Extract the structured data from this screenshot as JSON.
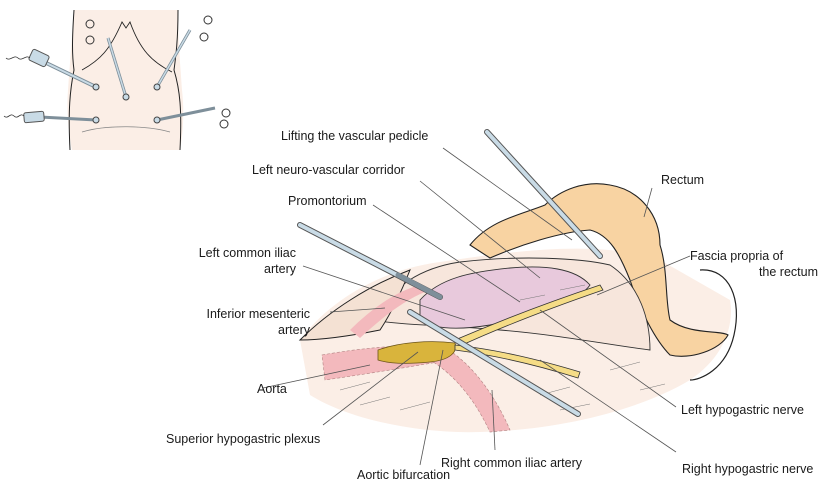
{
  "figure": {
    "inset": {
      "description": "Trocar placement on abdomen",
      "ports": [
        "camera-left-upper",
        "grasper-umbilical",
        "grasper-right-upper",
        "camera-left-lower",
        "grasper-right-lower"
      ]
    },
    "labels": {
      "lifting_pedicle": "Lifting the vascular pedicle",
      "neurovascular_corridor": "Left neuro-vascular corridor",
      "promontorium": "Promontorium",
      "left_common_iliac_1": "Left common iliac",
      "left_common_iliac_2": "artery",
      "inferior_mesenteric_1": "Inferior mesenteric",
      "inferior_mesenteric_2": "artery",
      "aorta": "Aorta",
      "superior_hypogastric": "Superior hypogastric plexus",
      "aortic_bifurcation": "Aortic bifurcation",
      "right_common_iliac": "Right common iliac artery",
      "rectum": "Rectum",
      "fascia_propria_1": "Fascia propria of",
      "fascia_propria_2": "the rectum",
      "left_hypogastric": "Left hypogastric nerve",
      "right_hypogastric": "Right hypogastric nerve"
    },
    "colors": {
      "skin": "#fbeee6",
      "bowel": "#f8d3a2",
      "fascia_purple": "#e8c9dc",
      "artery_pink": "#f3b9bd",
      "nerve_yellow": "#f5dc86",
      "plexus": "#d9b43c",
      "instrument": "#c9dbe6",
      "instrument_dark": "#7e8f9a"
    }
  }
}
